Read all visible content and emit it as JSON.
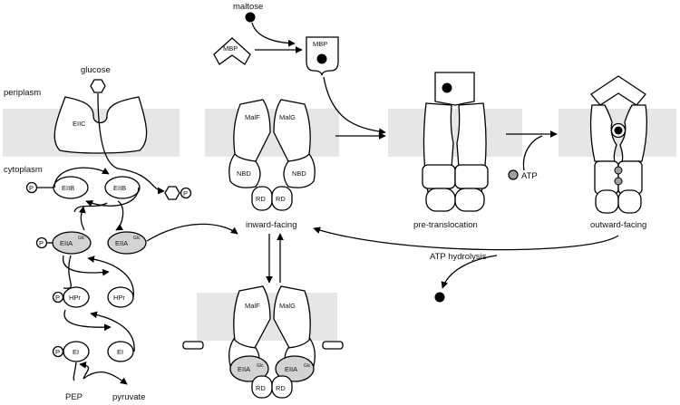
{
  "labels": {
    "periplasm": "periplasm",
    "cytoplasm": "cytoplasm",
    "glucose": "glucose",
    "maltose": "maltose",
    "mbp_free": "MBP",
    "mbp_bound": "MBP",
    "eiic": "EIIC",
    "eiib": "EIIB",
    "eiia": "EIIA",
    "glc": "Glc",
    "hpr": "HPr",
    "ei": "EI",
    "p": "P",
    "pep": "PEP",
    "pyruvate": "pyruvate",
    "malf": "MalF",
    "malg": "MalG",
    "nbd": "NBD",
    "rd": "RD",
    "atp": "ATP",
    "atp_hydrolysis": "ATP  hydrolysis",
    "inward_facing": "inward-facing",
    "pre_translocation": "pre-translocation",
    "outward_facing": "outward-facing"
  }
}
